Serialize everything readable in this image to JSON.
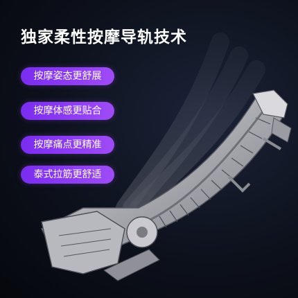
{
  "title": "独家柔性按摩导轨技术",
  "features": [
    {
      "label": "按摩姿态更舒展"
    },
    {
      "label": "按摩体感更贴合"
    },
    {
      "label": "按摩痛点更精准"
    },
    {
      "label": "泰式拉筋更舒适"
    }
  ],
  "colors": {
    "background": "#0d111c",
    "badge_start": "#7a2cf0",
    "badge_end": "#9f4bf6",
    "rail_metal": "#c9c9cf"
  },
  "icons": [
    "massage-rail-illustration"
  ]
}
